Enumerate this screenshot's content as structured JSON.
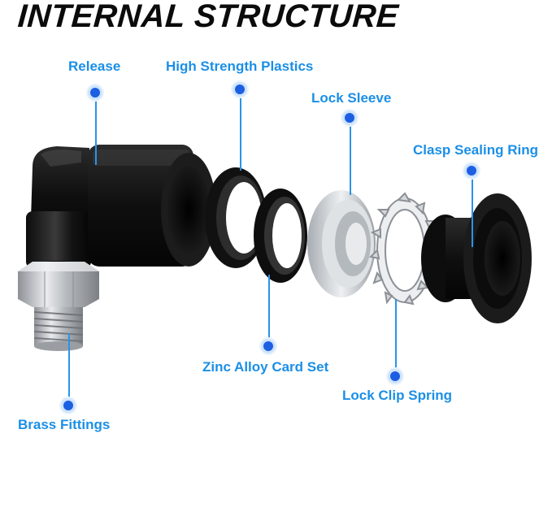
{
  "title": "INTERNAL STRUCTURE",
  "labels": {
    "release": "Release",
    "high_strength_plastics": "High Strength Plastics",
    "lock_sleeve": "Lock Sleeve",
    "clasp_sealing_ring": "Clasp Sealing Ring",
    "zinc_alloy_card_set": "Zinc Alloy Card Set",
    "lock_clip_spring": "Lock Clip Spring",
    "brass_fittings": "Brass Fittings"
  },
  "colors": {
    "accent": "#1b8fe6",
    "dot": "#1d5fe3",
    "plastic": "#1a1a1a",
    "metal": "#c9ccd0"
  }
}
